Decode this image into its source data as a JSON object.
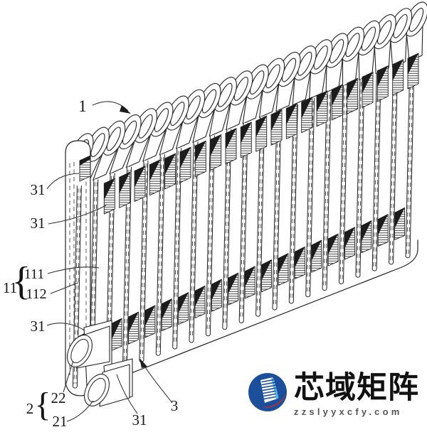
{
  "figure": {
    "kind": "patent-line-drawing",
    "description": "Isometric line drawing of a finned serpentine flat-tube heat exchanger with two header pipes",
    "num_panels": 22,
    "callouts": {
      "c1": "1",
      "c31a": "31",
      "c31b": "31",
      "c11": "11",
      "c111": "111",
      "c112": "112",
      "c31c": "31",
      "c2": "2",
      "c22": "22",
      "c21": "21",
      "c31d": "31",
      "c3": "3"
    },
    "brace": "{"
  },
  "logo": {
    "brand": "芯域矩阵",
    "domain": "zzslyyxcfy.com"
  },
  "colors": {
    "ink": "#222222",
    "background": "#ffffff",
    "logo_blue": "#1b4f9c",
    "logo_blue_dark": "#123c78",
    "logo_light_blue": "#5bb7e8",
    "logo_red": "#cf2920",
    "logo_text": "#111111",
    "logo_domain": "#555555"
  }
}
